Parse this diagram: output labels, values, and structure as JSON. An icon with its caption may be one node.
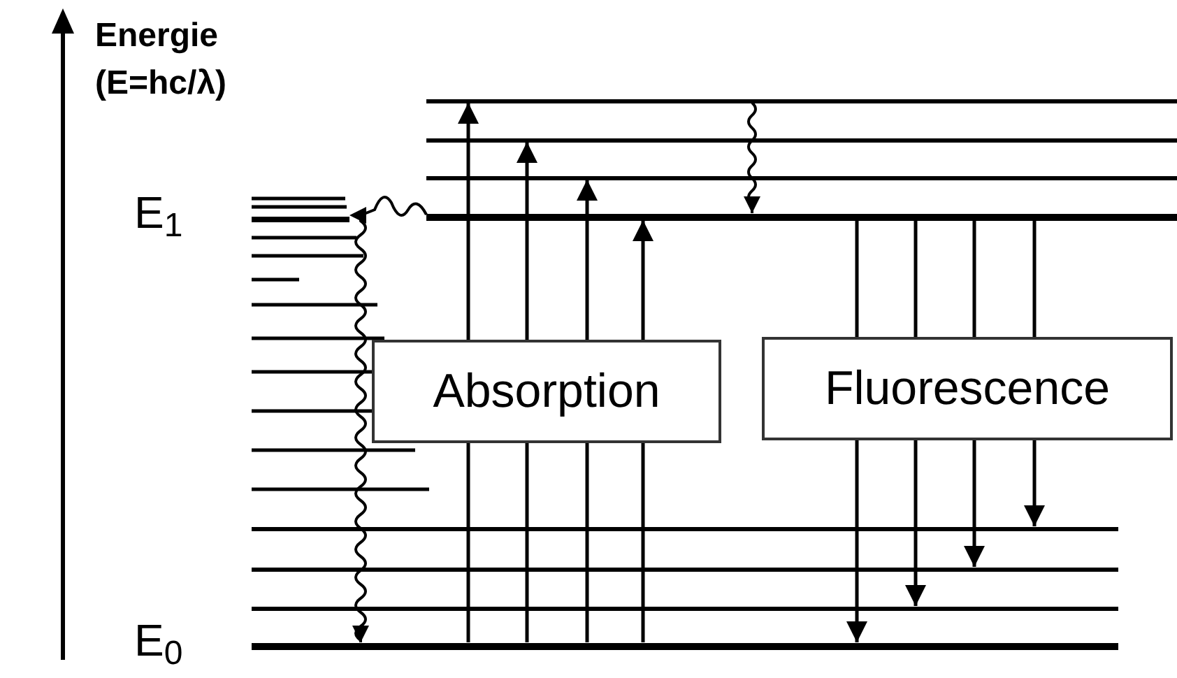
{
  "diagram": {
    "nodes": [
      {
        "text": [],
        "shape": "bar"
      },
      {
        "text": [],
        "shape": "bar"
      },
      {
        "text": [],
        "shape": "bar"
      },
      {
        "text": [],
        "shape": "bar"
      },
      {
        "text": [],
        "shape": "bar"
      },
      {
        "text": [],
        "shape": "bar"
      },
      {
        "text": [],
        "shape": "bar"
      },
      {
        "text": [],
        "shape": "bar"
      }
    ],
    "edges": [
      {
        "from": 7,
        "to": 0,
        "arrow": "to"
      },
      {
        "from": 7,
        "to": 1,
        "arrow": "to"
      },
      {
        "from": 7,
        "to": 2,
        "arrow": "to"
      },
      {
        "from": 7,
        "to": 3,
        "arrow": "to"
      },
      {
        "from": 3,
        "to": 7,
        "arrow": "to"
      },
      {
        "from": 3,
        "to": 6,
        "arrow": "to"
      },
      {
        "from": 3,
        "to": 5,
        "arrow": "to"
      },
      {
        "from": 3,
        "to": 4,
        "arrow": "to"
      },
      {
        "from": 3,
        "to": 7,
        "arrow": "to"
      },
      {
        "from": 0,
        "to": 3,
        "arrow": "to"
      }
    ],
    "labels": [
      "Energie",
      "(E=hc/λ)",
      "E$_{1}$",
      "Absorption",
      "Fluorescence",
      "E$_{0}$"
    ]
  }
}
